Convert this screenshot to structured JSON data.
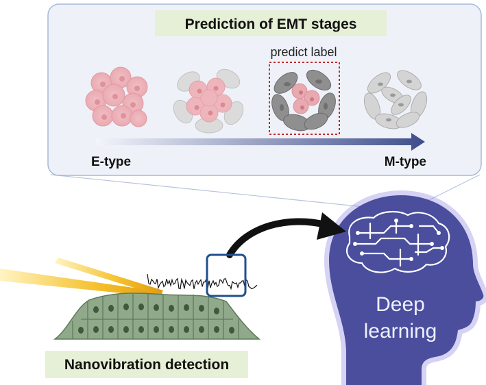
{
  "panel": {
    "title": "Prediction of EMT stages",
    "predict_label": "predict label",
    "axis_start": "E-type",
    "axis_end": "M-type"
  },
  "detection": {
    "label": "Nanovibration detection"
  },
  "model": {
    "line1": "Deep",
    "line2": "learning"
  },
  "colors": {
    "panel_fill": "#eef2f8",
    "panel_stroke": "#a9b8d8",
    "title_box": "#e6f0d6",
    "cell_pink": "#f0a8b0",
    "head_fill": "#4a4e9c",
    "predict_box": "#c0282a",
    "tissue": "#8fa98a",
    "probe": "#f2b316"
  },
  "icons": [
    "cell-cluster-icon",
    "brain-circuit-icon",
    "cantilever-probe-icon",
    "tissue-layer-icon",
    "signal-waveform-icon",
    "curved-arrow-icon"
  ]
}
